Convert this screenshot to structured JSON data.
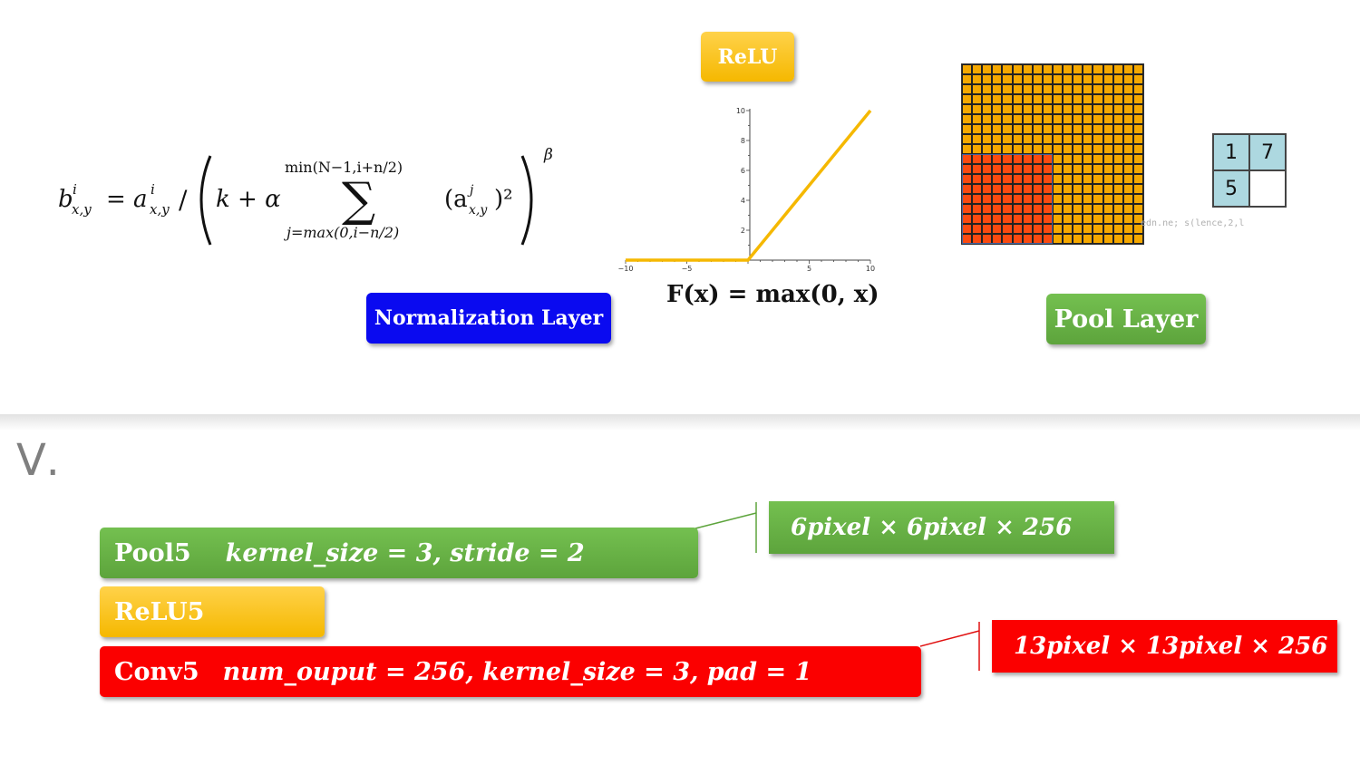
{
  "top": {
    "relu_badge": "ReLU",
    "relu_formula": "F(x) = max(0, x)",
    "normalization_badge": "Normalization Layer",
    "pool_badge": "Pool Layer",
    "pool_matrix": [
      "1",
      "7",
      "5",
      ""
    ],
    "watermark": "edn.ne; s(lence,2,l",
    "formula": {
      "lhs": "b",
      "lhs_sup": "i",
      "lhs_sub": "x,y",
      "eq": "= a",
      "a_sup": "i",
      "a_sub": "x,y",
      "slash": "/",
      "k_alpha": "k + α",
      "sum_top": "min(N−1,i+n/2)",
      "sum_bottom": "j=max(0,i−n/2)",
      "term": "(a",
      "term_sup": "j",
      "term_sub": "x,y",
      "term_pow": ")²",
      "beta": "β"
    }
  },
  "section": {
    "label": "V."
  },
  "layers": {
    "pool5": {
      "name": "Pool5",
      "params": "kernel_size = 3, stride = 2"
    },
    "relu5": {
      "name": "ReLU5"
    },
    "conv5": {
      "name": "Conv5",
      "params": "num_ouput = 256, kernel_size = 3, pad = 1"
    }
  },
  "dims": {
    "pool5_out": "6pixel × 6pixel × 256",
    "conv5_out": "13pixel × 13pixel × 256"
  },
  "chart_data": {
    "type": "line",
    "series": [
      {
        "x": [
          -10,
          0,
          10
        ],
        "y": [
          0,
          0,
          10
        ]
      }
    ],
    "xlim": [
      -10,
      10
    ],
    "ylim": [
      0,
      10
    ],
    "xticks": [
      "−10",
      "−5",
      "5",
      "10"
    ],
    "yticks": [
      "2",
      "4",
      "6",
      "8",
      "10"
    ],
    "line_color": "#f5b800"
  },
  "colors": {
    "blue": "#0a0af0",
    "green": "#66b044",
    "orange": "#f5b800",
    "red": "#fb0000",
    "grid_orange": "#f5a800",
    "grid_red": "#fa4a10"
  }
}
